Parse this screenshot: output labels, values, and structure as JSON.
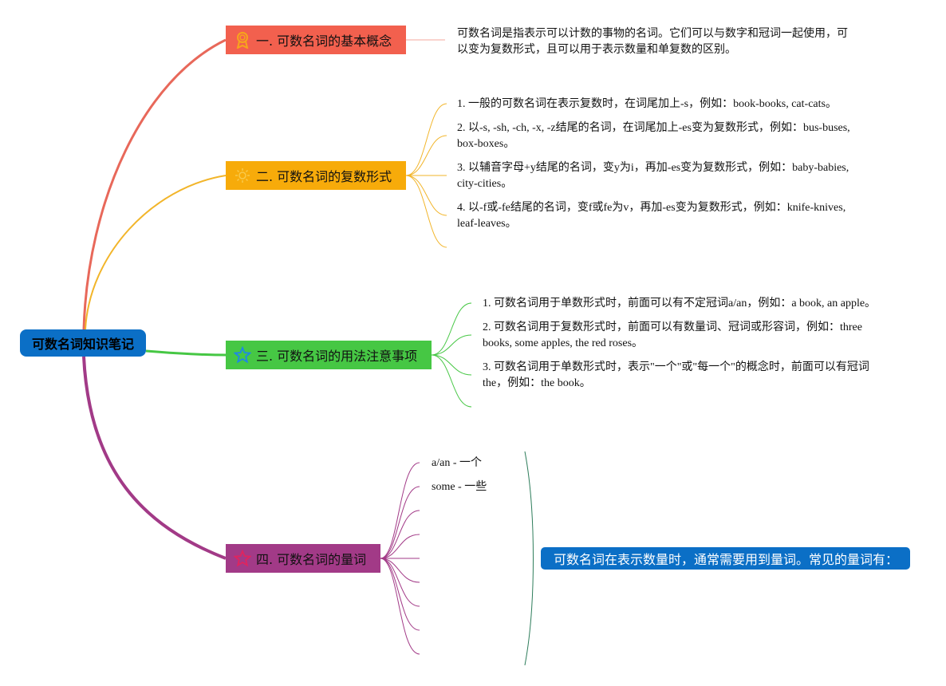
{
  "root": {
    "label": "可数名词知识笔记"
  },
  "branches": [
    {
      "label": "一. 可数名词的基本概念",
      "icon": "award-ribbon-icon",
      "color": "#f2604e",
      "items": [
        "可数名词是指表示可以计数的事物的名词。它们可以与数字和冠词一起使用，可以变为复数形式，且可以用于表示数量和单复数的区别。"
      ]
    },
    {
      "label": "二. 可数名词的复数形式",
      "icon": "sun-icon",
      "color": "#f7ab0a",
      "items": [
        "1. 一般的可数名词在表示复数时，在词尾加上-s，例如：book-books, cat-cats。",
        "2. 以-s, -sh, -ch, -x, -z结尾的名词，在词尾加上-es变为复数形式，例如：bus-buses, box-boxes。",
        "3. 以辅音字母+y结尾的名词，变y为i，再加-es变为复数形式，例如：baby-babies, city-cities。",
        "4. 以-f或-fe结尾的名词，变f或fe为v，再加-es变为复数形式，例如：knife-knives, leaf-leaves。"
      ]
    },
    {
      "label": "三. 可数名词的用法注意事项",
      "icon": "star-outline-icon",
      "color": "#46c744",
      "items": [
        "1. 可数名词用于单数形式时，前面可以有不定冠词a/an，例如：a book, an apple。",
        "2. 可数名词用于复数形式时，前面可以有数量词、冠词或形容词，例如：three books, some apples, the red roses。",
        "3. 可数名词用于单数形式时，表示\"一个\"或\"每一个\"的概念时，前面可以有冠词the，例如：the book。"
      ]
    },
    {
      "label": "四. 可数名词的量词",
      "icon": "star-filled-icon",
      "color": "#a23a87",
      "items": [
        "a/an - 一个",
        "some - 一些"
      ],
      "summary": "可数名词在表示数量时，通常需要用到量词。常见的量词有："
    }
  ]
}
